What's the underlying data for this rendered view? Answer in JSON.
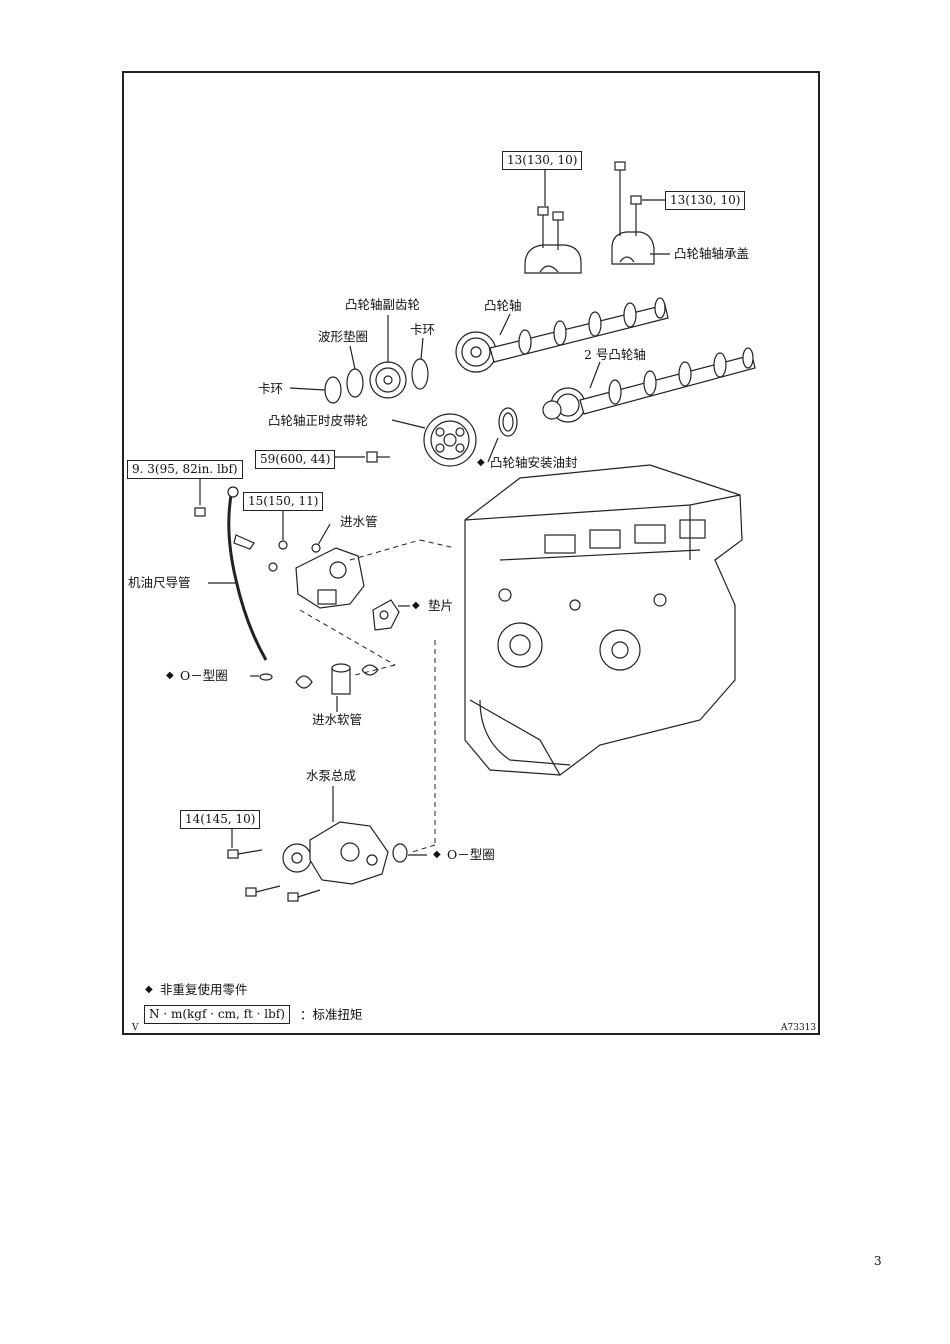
{
  "labels": {
    "camshaft_bearing_cap": "凸轮轴轴承盖",
    "camshaft_sub_gear": "凸轮轴副齿轮",
    "camshaft": "凸轮轴",
    "wave_washer": "波形垫圈",
    "snap_ring_right": "卡环",
    "snap_ring_left": "卡环",
    "no2_camshaft": "2 号凸轮轴",
    "timing_pulley": "凸轮轴正时皮带轮",
    "oil_seal": "凸轮轴安装油封",
    "water_inlet_pipe": "进水管",
    "dipstick_guide": "机油尺导管",
    "gasket": "垫片",
    "o_ring_1": "O－型圈",
    "water_hose": "进水软管",
    "water_pump": "水泵总成",
    "o_ring_2": "O－型圈"
  },
  "torque": {
    "t1": "13(130, 10)",
    "t2": "13(130, 10)",
    "t3": "59(600, 44)",
    "t4": "9. 3(95, 82in. lbf)",
    "t5": "15(150, 11)",
    "t6": "14(145, 10)"
  },
  "legend": {
    "non_reusable": "非重复使用零件",
    "unit_box": "N · m(kgf · cm, ft · lbf)",
    "unit_desc": "：标准扭矩"
  },
  "corner": {
    "left": "V",
    "right": "A73313"
  },
  "page_number": "3",
  "colors": {
    "line": "#222222",
    "background": "#ffffff"
  }
}
